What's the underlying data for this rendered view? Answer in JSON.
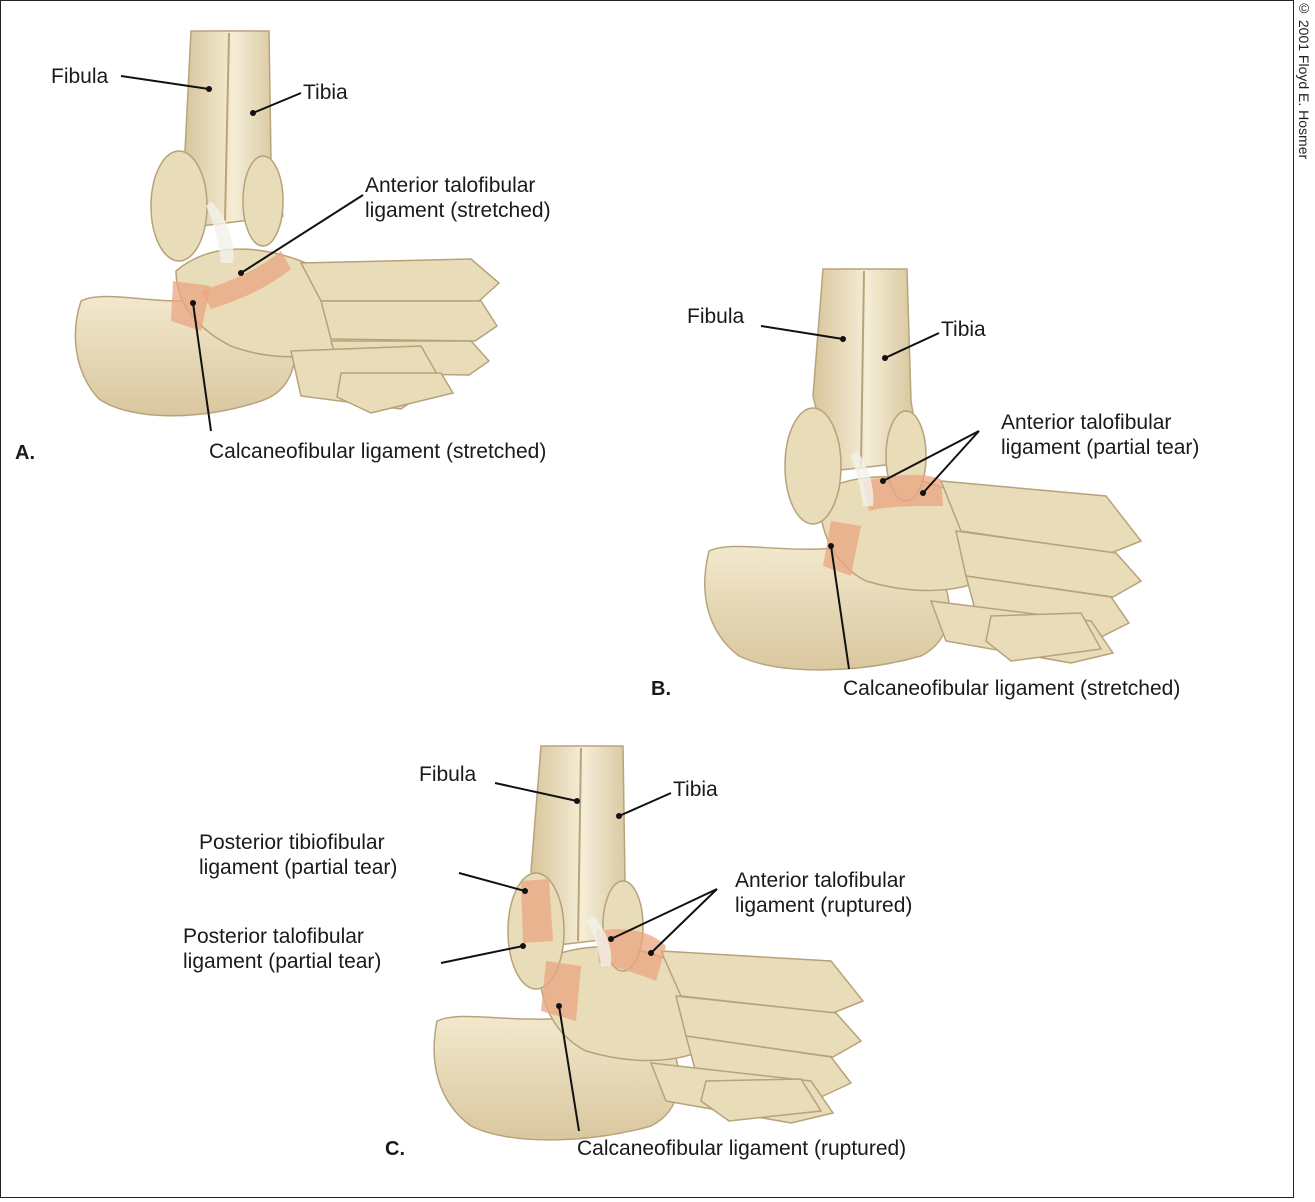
{
  "copyright": "© 2001 Floyd E. Hosmer",
  "panels": {
    "a": {
      "letter": "A.",
      "fibula": "Fibula",
      "tibia": "Tibia",
      "anterior_talofibular_line1": "Anterior talofibular",
      "anterior_talofibular_line2": "ligament (stretched)",
      "calcaneofibular": "Calcaneofibular ligament (stretched)"
    },
    "b": {
      "letter": "B.",
      "fibula": "Fibula",
      "tibia": "Tibia",
      "anterior_talofibular_line1": "Anterior talofibular",
      "anterior_talofibular_line2": "ligament (partial tear)",
      "calcaneofibular": "Calcaneofibular ligament (stretched)"
    },
    "c": {
      "letter": "C.",
      "fibula": "Fibula",
      "tibia": "Tibia",
      "posterior_tibiofibular_line1": "Posterior tibiofibular",
      "posterior_tibiofibular_line2": "ligament (partial tear)",
      "posterior_talofibular_line1": "Posterior talofibular",
      "posterior_talofibular_line2": "ligament (partial tear)",
      "anterior_talofibular_line1": "Anterior talofibular",
      "anterior_talofibular_line2": "ligament (ruptured)",
      "calcaneofibular": "Calcaneofibular ligament (ruptured)"
    }
  },
  "colors": {
    "bone": "#e9dcb9",
    "ligament": "#e9a583",
    "line": "#111111"
  }
}
